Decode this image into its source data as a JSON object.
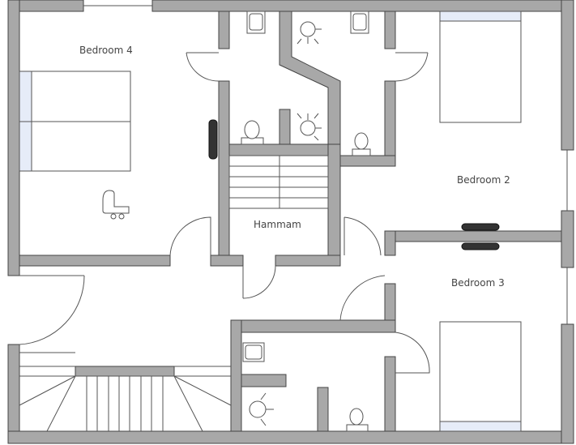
{
  "title": "Floor plan",
  "rooms": [
    {
      "id": "bedroom-4",
      "label": "Bedroom 4"
    },
    {
      "id": "bedroom-2",
      "label": "Bedroom 2"
    },
    {
      "id": "bedroom-3",
      "label": "Bedroom 3"
    },
    {
      "id": "hammam",
      "label": "Hammam"
    }
  ],
  "colors": {
    "wall": "#a8a8a8",
    "pillow": "#e6ecf8"
  }
}
